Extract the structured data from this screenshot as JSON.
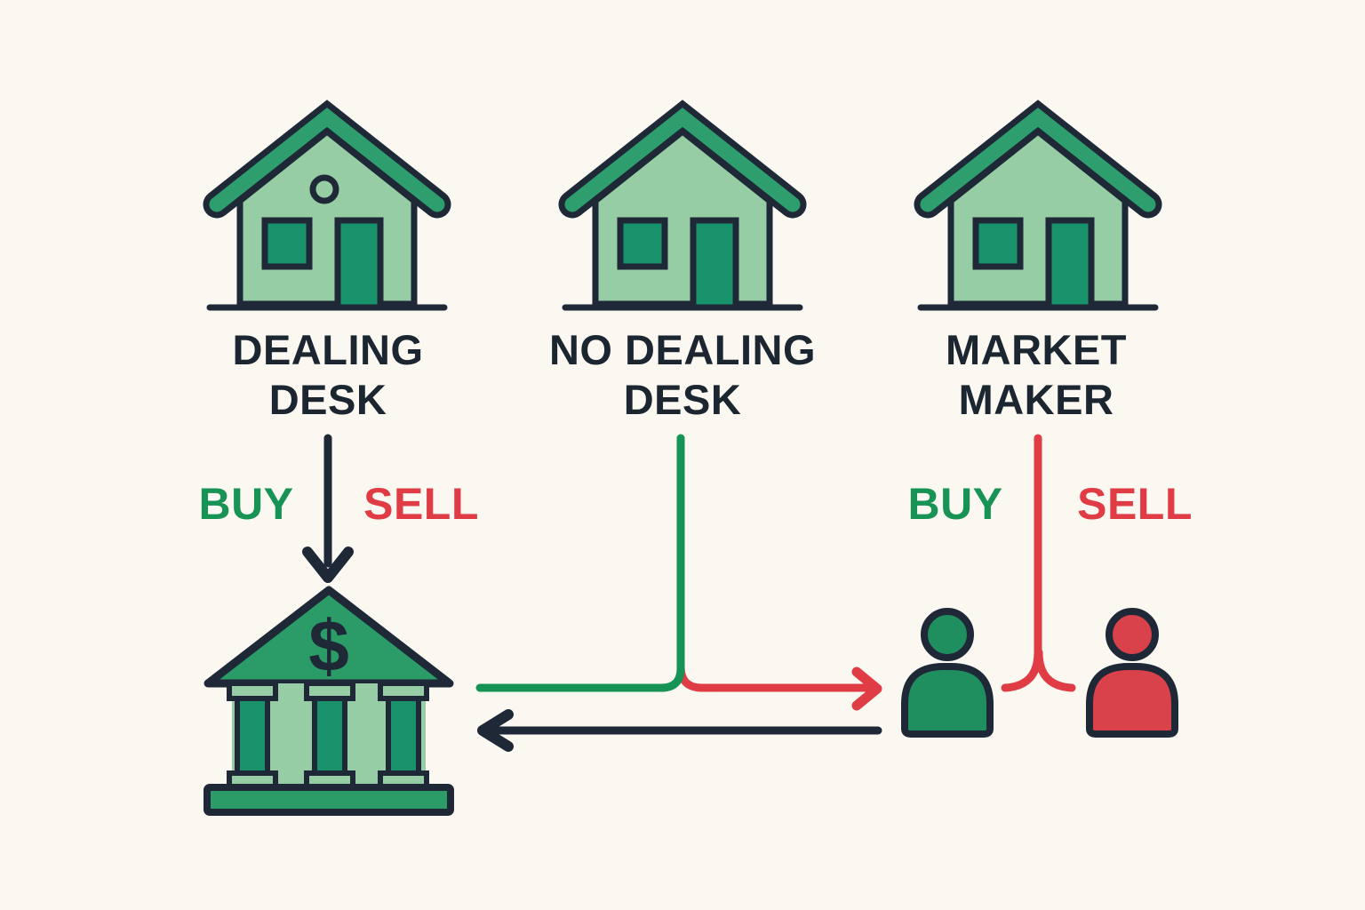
{
  "diagram": {
    "type": "flow-diagram",
    "topic": "Forex broker order flow: dealing desk vs no dealing desk vs market maker"
  },
  "nodes": {
    "dealing_desk": {
      "label": "DEALING\nDESK",
      "icon": "house-icon"
    },
    "no_dealing_desk": {
      "label": "NO DEALING\nDESK",
      "icon": "house-icon"
    },
    "market_maker": {
      "label": "MARKET\nMAKER",
      "icon": "house-icon"
    },
    "bank": {
      "symbol": "$",
      "icon": "bank-icon"
    },
    "buyer": {
      "icon": "person-icon-green"
    },
    "seller": {
      "icon": "person-icon-red"
    }
  },
  "flow_labels": {
    "left_buy": "BUY",
    "left_sell": "SELL",
    "right_buy": "BUY",
    "right_sell": "SELL"
  },
  "connectors": {
    "dealing_desk_to_bank": "black arrow down",
    "no_dealing_desk_to_bank": "green line left",
    "no_dealing_desk_to_traders": "red arrow right",
    "traders_to_bank": "black arrow left",
    "market_maker_split": "red line splitting between buyer and seller"
  },
  "colors": {
    "background": "#faf8f1",
    "outline_navy": "#1e2837",
    "text_navy": "#1c2631",
    "roof_green": "#2f9e6e",
    "wall_light_green": "#97cda4",
    "window_door_green": "#17926b",
    "bank_green": "#2b9b68",
    "person_green": "#1f8f5f",
    "person_red": "#d9424b",
    "buy_green": "#179355",
    "sell_red": "#e03c45"
  }
}
